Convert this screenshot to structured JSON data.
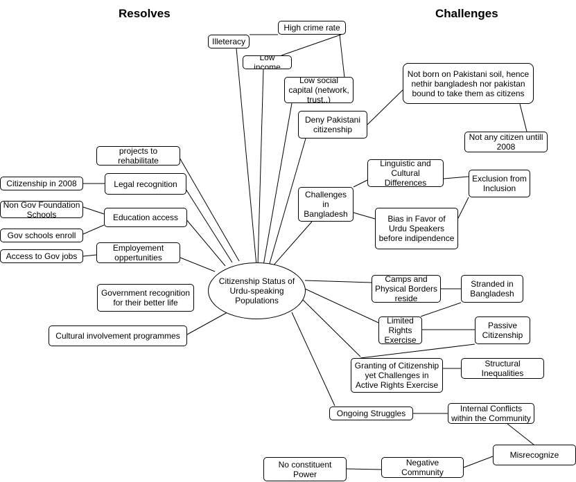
{
  "headers": {
    "left": "Resolves",
    "right": "Challenges"
  },
  "center": {
    "text": "Citizenship Status of Urdu-speaking Populations"
  },
  "nodes": {
    "high_crime": "High crime rate",
    "illeteracy": "Illeteracy",
    "low_income": "Low income",
    "low_social": "Low social capital (network, trust..)",
    "not_born": "Not born on Pakistani soil, hence nethir bangladesh nor pakistan bound to take them as citizens",
    "deny_pk": "Deny Pakistani citizenship",
    "not_citizen": "Not any citizen untill 2008",
    "projects": "projects to rehabilitate",
    "cit_2008": "Citizenship in 2008",
    "legal": "Legal recognition",
    "linguistic": "Linguistic and Cultural Differences",
    "exclusion": "Exclusion from Inclusion",
    "challenges_bd": "Challenges in Bangladesh",
    "nongov": "Non Gov Foundation Schools",
    "education": "Education access",
    "bias": "Bias in Favor of Urdu Speakers before indipendence",
    "gov_schools": "Gov schools enroll",
    "employment": "Employement oppertunities",
    "access_gov": "Access to Gov jobs",
    "camps": "Camps and Physical Borders reside",
    "stranded": "Stranded in Bangladesh",
    "gov_recog": "Government recognition for their better life",
    "limited": "Limited Rights Exercise",
    "passive": "Passive Citizenship",
    "cultural": "Cultural involvement programmes",
    "granting": "Granting of Citizenship yet Challenges in Active Rights Exercise",
    "structural": "Structural Inequalities",
    "ongoing": "Ongoing Struggles",
    "internal": "Internal Conflicts within the Community",
    "misrecognize": "Misrecognize",
    "no_power": "No constituent Power",
    "negative": "Negative Community"
  }
}
